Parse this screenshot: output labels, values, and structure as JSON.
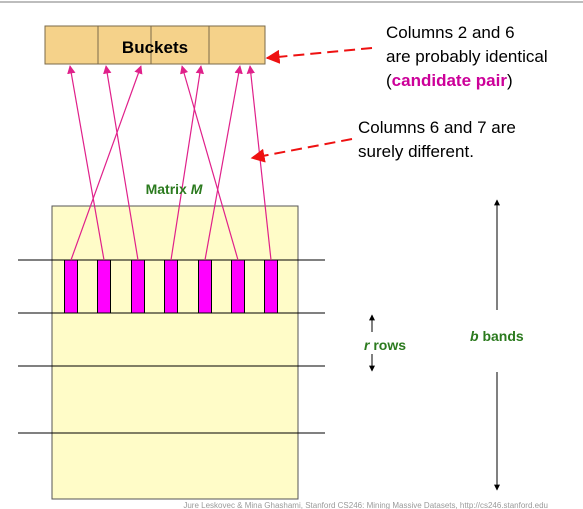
{
  "buckets": {
    "label": "Buckets",
    "count": 4
  },
  "annotation_1": {
    "line1": "Columns 2 and 6",
    "line2": "are probably identical",
    "paren_open": "(",
    "highlight": "candidate pair",
    "paren_close": ")"
  },
  "annotation_2": {
    "line1": "Columns 6 and 7 are",
    "line2": "surely different."
  },
  "matrix": {
    "label_prefix": "Matrix ",
    "label_var": "M"
  },
  "r_rows": {
    "var": "r",
    "text": " rows"
  },
  "b_bands": {
    "var": "b",
    "text": " bands"
  },
  "footer": "Jure Leskovec & Mina Ghashami, Stanford CS246: Mining Massive Datasets, http://cs246.stanford.edu",
  "colors": {
    "bucket_fill": "#f5d28a",
    "matrix_fill": "#fffcc8",
    "column_fill": "#ff00ff",
    "hash_line": "#e0208a",
    "arrow_red": "#ee1111",
    "matrix_label": "#2b7a1e",
    "candidate_pair": "#cc0099"
  },
  "hash_map": [
    {
      "column": 1,
      "bucket_slot": 3
    },
    {
      "column": 2,
      "bucket_slot": 1
    },
    {
      "column": 3,
      "bucket_slot": 2
    },
    {
      "column": 4,
      "bucket_slot": 5
    },
    {
      "column": 5,
      "bucket_slot": 6
    },
    {
      "column": 6,
      "bucket_slot": 4
    },
    {
      "column": 7,
      "bucket_slot": 7
    }
  ]
}
